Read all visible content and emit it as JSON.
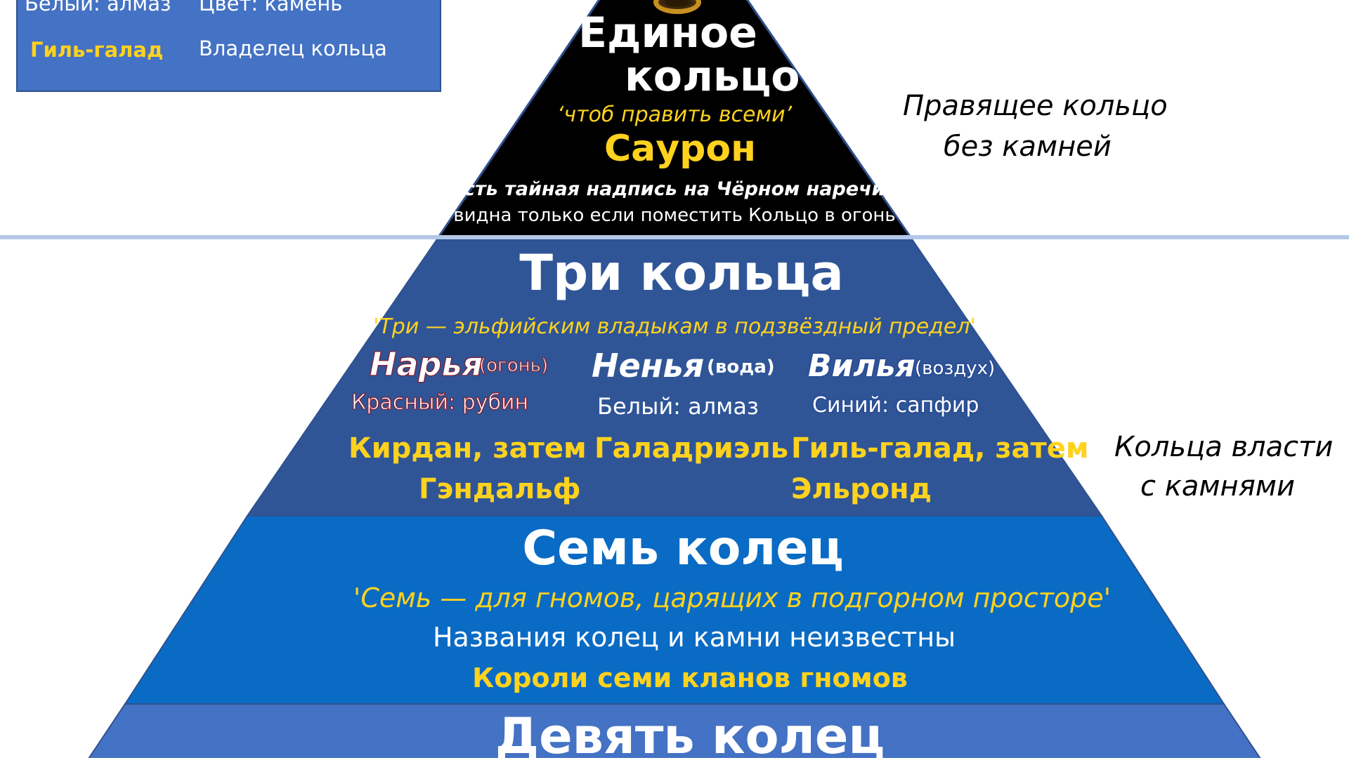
{
  "legend": {
    "row1_left": "Белый: алмаз",
    "row1_right": "Цвет: камень",
    "row2_left": "Гиль-галад",
    "row2_right": "Владелец кольца"
  },
  "tier_one": {
    "title_line1": "Единое",
    "title_line2": "кольцо",
    "quote": "‘чтоб править всеми’",
    "owner": "Саурон",
    "note_line1": "Есть тайная надпись на Чёрном наречии",
    "note_line2": "видна только если поместить Кольцо в огонь",
    "side_label_line1": "Правящее кольцо",
    "side_label_line2": "без камней"
  },
  "tier_three": {
    "title": "Три кольца",
    "quote": "'Три — эльфийским владыкам в подзвёздный предел'",
    "rings": [
      {
        "name": "Нарья",
        "element": "(огонь)",
        "stone": "Красный: рубин",
        "owner_line1": "Кирдан, затем",
        "owner_line2": "Гэндальф"
      },
      {
        "name": "Ненья",
        "element": "(вода)",
        "stone": "Белый: алмаз",
        "owner_line1": "Галадриэль",
        "owner_line2": ""
      },
      {
        "name": "Вилья",
        "element": "(воздух)",
        "stone": "Синий: сапфир",
        "owner_line1": "Гиль-галад, затем",
        "owner_line2": "Эльронд"
      }
    ],
    "side_label_line1": "Кольца власти",
    "side_label_line2": "с камнями"
  },
  "tier_seven": {
    "title": "Семь колец",
    "quote": "'Семь — для гномов, царящих в подгорном просторе'",
    "note": "Названия колец и камни неизвестны",
    "owner": "Короли семи кланов гномов"
  },
  "tier_nine": {
    "title": "Девять колец"
  },
  "colors": {
    "tier_one": "#000000",
    "tier_three": "#2f5597",
    "tier_seven": "#0a6bc4",
    "tier_nine": "#4472c4",
    "divider": "#b4c7e7",
    "gold_text": "#ffd21e"
  }
}
